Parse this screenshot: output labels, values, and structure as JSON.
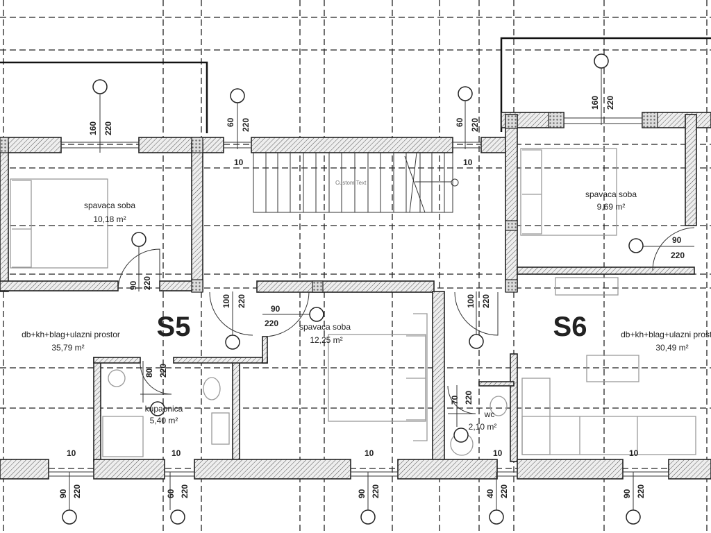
{
  "units": {
    "left": "S5",
    "right": "S6"
  },
  "rooms": [
    {
      "name": "spavaca soba",
      "area": "10,18 m²"
    },
    {
      "name": "spavaca soba",
      "area": "9,69 m²"
    },
    {
      "name": "spavaca soba",
      "area": "12,25 m²"
    },
    {
      "name": "db+kh+blag+ulazni prostor",
      "area": "35,79 m²"
    },
    {
      "name": "db+kh+blag+ulazni prostor",
      "area": "30,49 m²"
    },
    {
      "name": "kupaonica",
      "area": "5,40 m²"
    },
    {
      "name": "wc",
      "area": "2,10 m²"
    }
  ],
  "stair_label": "Custom Text",
  "openings": {
    "top_left_window": [
      "160",
      "220"
    ],
    "top_mid_window_1": [
      "60",
      "220"
    ],
    "top_mid_window_2": [
      "60",
      "220"
    ],
    "top_right_window": [
      "160",
      "220"
    ],
    "bedroom1_door": [
      "90",
      "220"
    ],
    "hall_door_left": [
      "100",
      "220"
    ],
    "bedroom3_door": [
      "90",
      "220"
    ],
    "hall_door_right": [
      "100",
      "220"
    ],
    "bedroom2_door": [
      "90",
      "220"
    ],
    "bath_door": [
      "80",
      "220"
    ],
    "wc_door": [
      "70",
      "220"
    ],
    "bottom_1": [
      "90",
      "220"
    ],
    "bottom_2": [
      "60",
      "220"
    ],
    "bottom_3": [
      "90",
      "220"
    ],
    "bottom_4": [
      "40",
      "220"
    ],
    "bottom_5": [
      "90",
      "220"
    ]
  },
  "sill_labels": [
    "10",
    "10",
    "10",
    "10",
    "10",
    "10",
    "10"
  ]
}
